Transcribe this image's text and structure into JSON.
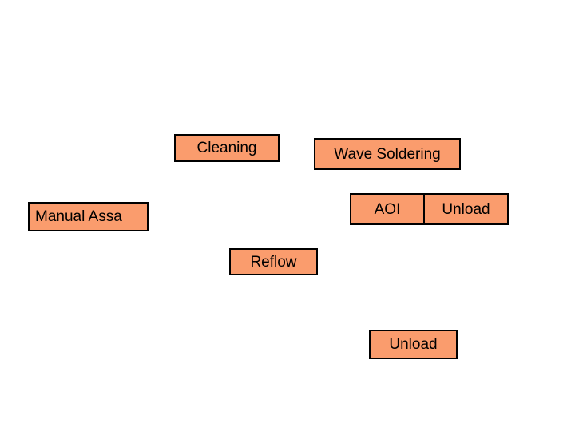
{
  "colors": {
    "background": "#FFFFFF",
    "box_fill": "#FA9C6D",
    "box_border": "#000000",
    "box_text": "#000000"
  },
  "diagram": {
    "type": "process-flow-boxes",
    "boxes": {
      "cleaning": {
        "label": "Cleaning"
      },
      "wave_soldering": {
        "label": "Wave Soldering"
      },
      "aoi": {
        "label": "AOI"
      },
      "unload_top": {
        "label": "Unload"
      },
      "manual_assembly": {
        "label": "Manual Assa"
      },
      "reflow": {
        "label": "Reflow"
      },
      "unload_bottom": {
        "label": "Unload"
      }
    }
  }
}
